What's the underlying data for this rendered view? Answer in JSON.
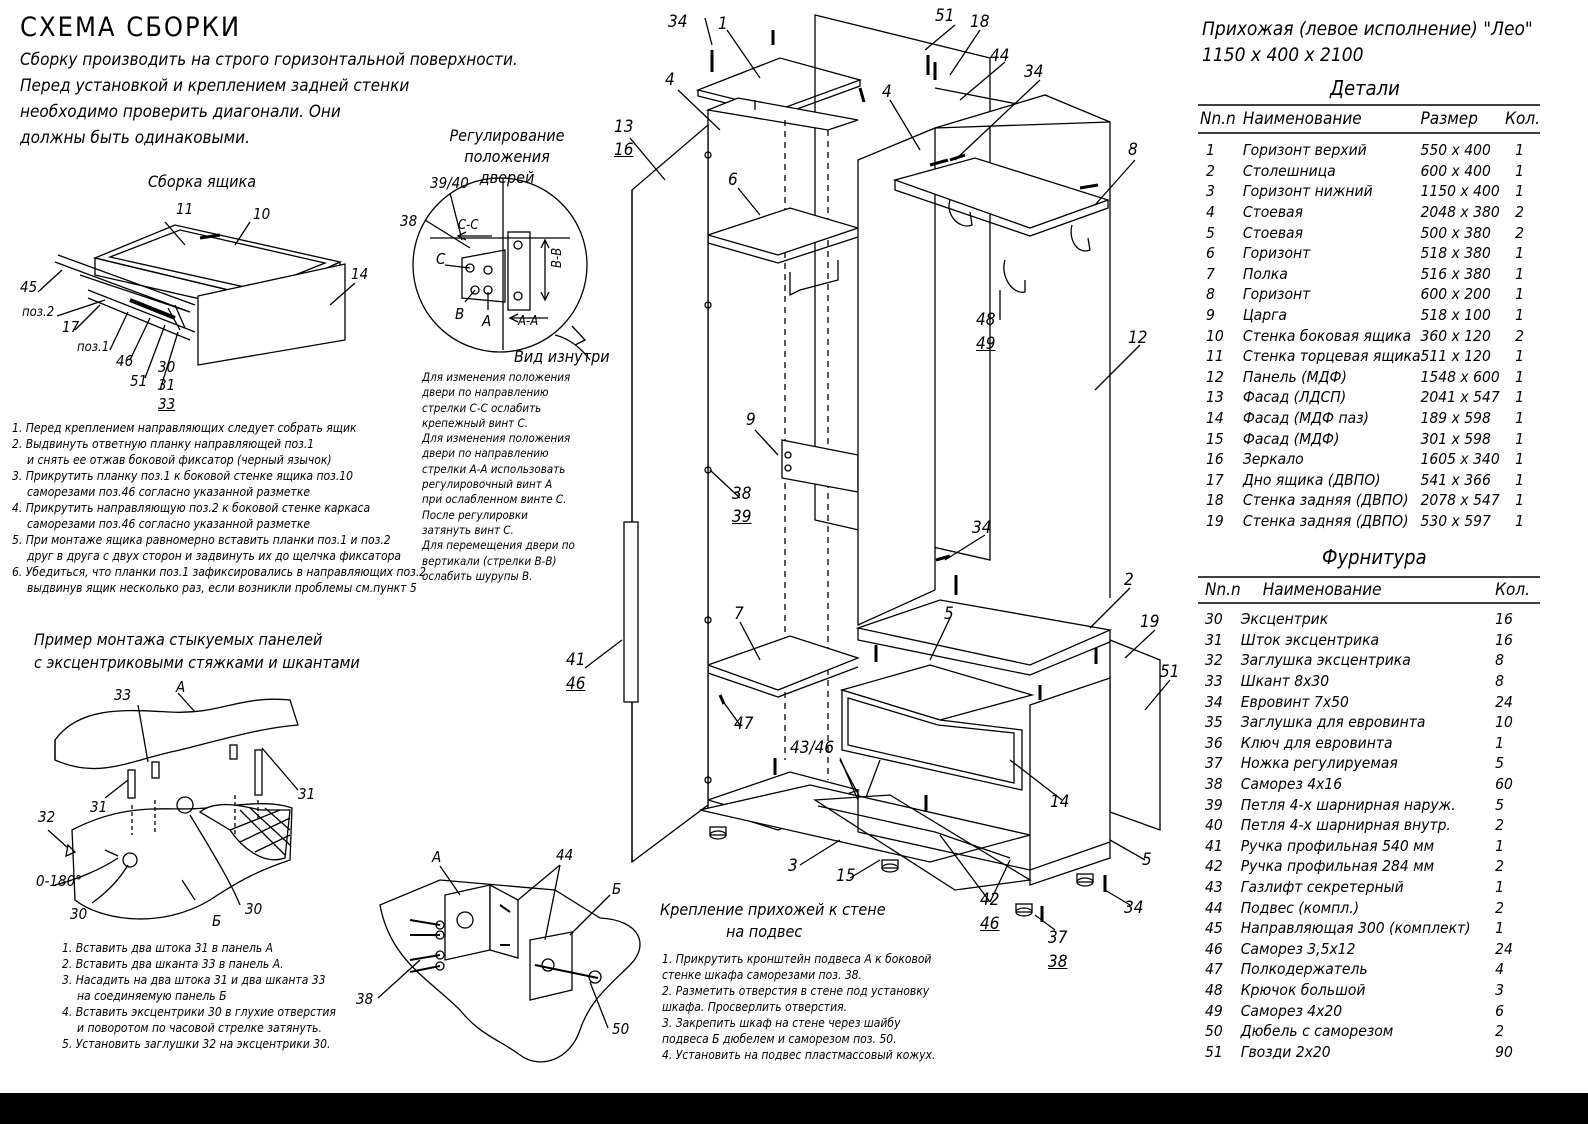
{
  "title": "СХЕМА СБОРКИ",
  "intro": [
    "Сборку производить на строго горизонтальной поверхности.",
    "Перед установкой и креплением задней стенки",
    "необходимо проверить диагонали. Они",
    "должны быть одинаковыми."
  ],
  "drawer": {
    "title": "Сборка ящика",
    "notes": [
      "1. Перед креплением направляющих следует собрать ящик",
      "2. Выдвинуть ответную планку направляющей поз.1",
      "и снять ее отжав боковой фиксатор (черный язычок)",
      "3. Прикрутить планку поз.1 к боковой стенке ящика поз.10",
      "саморезами поз.46 согласно указанной разметке",
      "4. Прикрутить направляющую поз.2 к боковой стенке каркаса",
      "саморезами поз.46 согласно указанной разметке",
      "5. При монтаже ящика равномерно вставить планки поз.1 и поз.2",
      "друг в друга с двух сторон и задвинуть их до щелчка фиксатора",
      "6. Убедиться, что планки поз.1 зафиксировались в направляющих поз.2",
      "выдвинув ящик несколько раз, если возникли проблемы см.пункт 5"
    ],
    "labels": {
      "l45": "45",
      "poz2": "поз.2",
      "l17": "17",
      "poz1": "поз.1",
      "l46": "46",
      "l51": "51",
      "l30": "30",
      "l31": "31",
      "l33": "33",
      "l11": "11",
      "l10": "10",
      "l14": "14"
    }
  },
  "door": {
    "title": "Регулирование положения дверей",
    "view": "Вид изнутри",
    "labels": {
      "l3940": "39/40",
      "l38": "38",
      "cc": "С-С",
      "c": "С",
      "b": "В",
      "a": "А",
      "aa": "А-А",
      "bb": "В-В"
    },
    "notes": [
      "Для изменения положения",
      "двери по направлению",
      "стрелки С-С ослабить",
      "крепежный винт С.",
      "Для изменения положения",
      "двери по направлению",
      "стрелки А-А использовать",
      "регулировочный винт А",
      "при ослабленном винте С.",
      "После регулировки",
      "затянуть винт С.",
      "Для перемещения двери по",
      "вертикали (стрелки В-В)",
      "ослабить шурупы В."
    ]
  },
  "eccentric": {
    "title1": "Пример монтажа стыкуемых панелей",
    "title2": "с эксцентриковыми стяжками и шкантами",
    "labels": {
      "a": "А",
      "b": "Б",
      "l33": "33",
      "l31a": "31",
      "l31b": "31",
      "l32": "32",
      "angle": "0-180°",
      "l30a": "30",
      "l30b": "30"
    },
    "notes": [
      "1. Вставить два штока 31 в панель А",
      "2. Вставить два шканта 33 в панель А.",
      "3. Насадить на два штока 31 и два шканта 33",
      "на соединяемую панель Б",
      "4. Вставить эксцентрики 30 в глухие отверстия",
      "и поворотом по часовой стрелке затянуть.",
      "5. Установить заглушки 32 на эксцентрики 30."
    ]
  },
  "wall": {
    "title1": "Крепление прихожей к стене",
    "title2": "на подвес",
    "labels": {
      "a": "А",
      "b": "Б",
      "l44": "44",
      "l38": "38",
      "l50": "50"
    },
    "notes": [
      "1. Прикрутить кронштейн подвеса А к боковой",
      "стенке шкафа саморезами поз. 38.",
      "2. Разметить отверстия в стене под установку",
      "шкафа. Просверлить отверстия.",
      "3. Закрепить шкаф на стене через шайбу",
      "подвеса Б дюбелем и саморезом поз. 50.",
      "4. Установить на подвес пластмассовый кожух."
    ]
  },
  "main_labels": {
    "l34a": "34",
    "l1": "1",
    "l51a": "51",
    "l18": "18",
    "l44": "44",
    "l34b": "34",
    "l4a": "4",
    "l4b": "4",
    "l13": "13",
    "l16": "16",
    "l6": "6",
    "l8": "8",
    "l48": "48",
    "l49": "49",
    "l12": "12",
    "l9": "9",
    "l38": "38",
    "l39": "39",
    "l34c": "34",
    "l2": "2",
    "l7": "7",
    "l5a": "5",
    "l19": "19",
    "l51b": "51",
    "l41": "41",
    "l46a": "46",
    "l47": "47",
    "l4346": "43/46",
    "l14": "14",
    "l3": "3",
    "l15": "15",
    "l42": "42",
    "l46b": "46",
    "l5b": "5",
    "l34d": "34",
    "l37": "37",
    "l38b": "38"
  },
  "product": {
    "name": "Прихожая (левое исполнение) \"Лео\"",
    "dims": "1150 х 400 х 2100"
  },
  "details": {
    "title": "Детали",
    "headers": [
      "Nn.n",
      "Наименование",
      "Размер",
      "Кол."
    ],
    "rows": [
      [
        "1",
        "Горизонт верхий",
        "550 х 400",
        "1"
      ],
      [
        "2",
        "Столешница",
        "600 х 400",
        "1"
      ],
      [
        "3",
        "Горизонт нижний",
        "1150 х 400",
        "1"
      ],
      [
        "4",
        "Стоевая",
        "2048 х 380",
        "2"
      ],
      [
        "5",
        "Стоевая",
        "500 х 380",
        "2"
      ],
      [
        "6",
        "Горизонт",
        "518 х 380",
        "1"
      ],
      [
        "7",
        "Полка",
        "516 х 380",
        "1"
      ],
      [
        "8",
        "Горизонт",
        "600 х 200",
        "1"
      ],
      [
        "9",
        "Царга",
        "518 х 100",
        "1"
      ],
      [
        "10",
        "Стенка боковая ящика",
        "360 х 120",
        "2"
      ],
      [
        "11",
        "Стенка торцевая ящика",
        "511 х 120",
        "1"
      ],
      [
        "12",
        "Панель (МДФ)",
        "1548 х 600",
        "1"
      ],
      [
        "13",
        "Фасад (ЛДСП)",
        "2041 х 547",
        "1"
      ],
      [
        "14",
        "Фасад (МДФ паз)",
        "189 х 598",
        "1"
      ],
      [
        "15",
        "Фасад (МДФ)",
        "301 х 598",
        "1"
      ],
      [
        "16",
        "Зеркало",
        "1605 х 340",
        "1"
      ],
      [
        "17",
        "Дно ящика (ДВПО)",
        "541 х 366",
        "1"
      ],
      [
        "18",
        "Стенка задняя (ДВПО)",
        "2078 х 547",
        "1"
      ],
      [
        "19",
        "Стенка задняя (ДВПО)",
        "530 х 597",
        "1"
      ]
    ]
  },
  "hardware": {
    "title": "Фурнитура",
    "headers": [
      "Nn.n",
      "Наименование",
      "Кол."
    ],
    "rows": [
      [
        "30",
        "Эксцентрик",
        "16"
      ],
      [
        "31",
        "Шток эксцентрика",
        "16"
      ],
      [
        "32",
        "Заглушка эксцентрика",
        "8"
      ],
      [
        "33",
        "Шкант 8х30",
        "8"
      ],
      [
        "34",
        "Евровинт 7х50",
        "24"
      ],
      [
        "35",
        "Заглушка для евровинта",
        "10"
      ],
      [
        "36",
        "Ключ для евровинта",
        "1"
      ],
      [
        "37",
        "Ножка регулируемая",
        "5"
      ],
      [
        "38",
        "Саморез 4х16",
        "60"
      ],
      [
        "39",
        "Петля 4-х шарнирная наруж.",
        "5"
      ],
      [
        "40",
        "Петля 4-х шарнирная внутр.",
        "2"
      ],
      [
        "41",
        "Ручка профильная 540 мм",
        "1"
      ],
      [
        "42",
        "Ручка профильная 284 мм",
        "2"
      ],
      [
        "43",
        "Газлифт секретерный",
        "1"
      ],
      [
        "44",
        "Подвес (компл.)",
        "2"
      ],
      [
        "45",
        "Направляющая 300 (комплект)",
        "1"
      ],
      [
        "46",
        "Саморез 3,5х12",
        "24"
      ],
      [
        "47",
        "Полкодержатель",
        "4"
      ],
      [
        "48",
        "Крючок большой",
        "3"
      ],
      [
        "49",
        "Саморез 4х20",
        "6"
      ],
      [
        "50",
        "Дюбель с саморезом",
        "2"
      ],
      [
        "51",
        "Гвозди 2х20",
        "90"
      ]
    ]
  }
}
